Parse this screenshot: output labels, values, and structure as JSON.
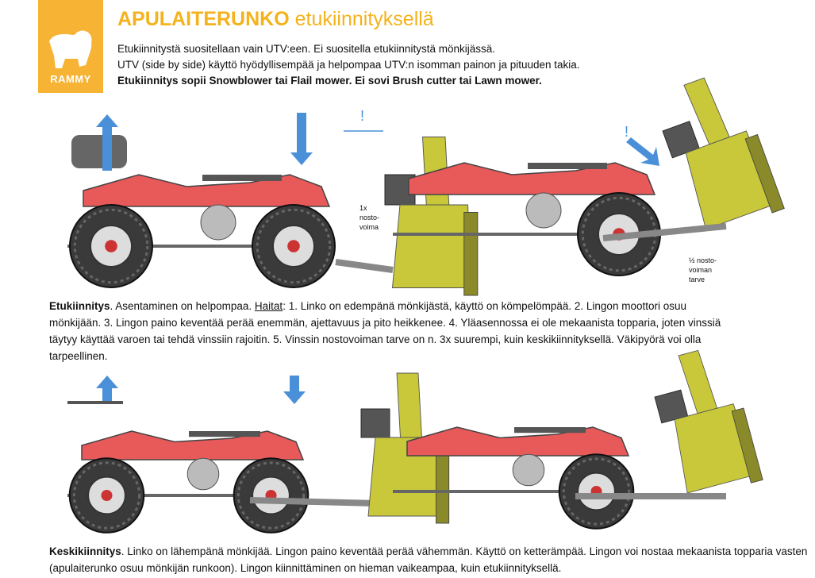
{
  "logo": {
    "text": "RAMMY"
  },
  "header": {
    "title_bold": "APULAITERUNKO",
    "title_rest": " etukiinnityksellä"
  },
  "intro": {
    "line1": "Etukiinnitystä suositellaan vain UTV:een. Ei suositella etukiinnitystä mönkijässä.",
    "line2": "UTV (side by side) käyttö hyödyllisempää ja helpompaa UTV:n isomman painon ja pituuden takia.",
    "line3": "Etukiinnitys sopii Snowblower tai Flail mower. Ei sovi Brush cutter tai Lawn mower."
  },
  "figures": {
    "warning_mark": "!",
    "label_front": [
      "1x",
      "nosto-",
      "voima"
    ],
    "label_half": [
      "½ nosto-",
      "voiman",
      "tarve"
    ]
  },
  "front_mount": {
    "heading": "Etukiinnitys",
    "text1": ". Asentaminen on helpompaa. ",
    "haitat": "Haitat",
    "text2": ": 1. Linko on edempänä mönkijästä, käyttö on kömpelömpää. 2. Lingon moottori osuu mönkijään. 3. Lingon paino keventää perää enemmän, ajettavuus ja pito heikkenee. 4. Yläasennossa ei ole mekaanista topparia, joten vinssiä täytyy käyttää varoen tai tehdä vinssiin rajoitin. 5. Vinssin nostovoiman tarve on n. 3x suurempi, kuin keskikiinnityksellä. Väkipyörä voi olla tarpeellinen."
  },
  "mid_mount": {
    "heading": "Keskikiinnitys",
    "text": ". Linko on lähempänä mönkijää. Lingon paino keventää perää vähemmän. Käyttö on ketterämpää. Lingon voi nostaa mekaanista topparia vasten (apulaiterunko osuu mönkijän runkoon). Lingon kiinnittäminen on hieman vaikeampaa, kuin etukiinnityksellä."
  },
  "colors": {
    "brand": "#F4B21C",
    "logo_bg": "#F7B334",
    "arrow": "#4A90D9",
    "body_red": "#E8595A",
    "blower": "#C8C83A"
  }
}
